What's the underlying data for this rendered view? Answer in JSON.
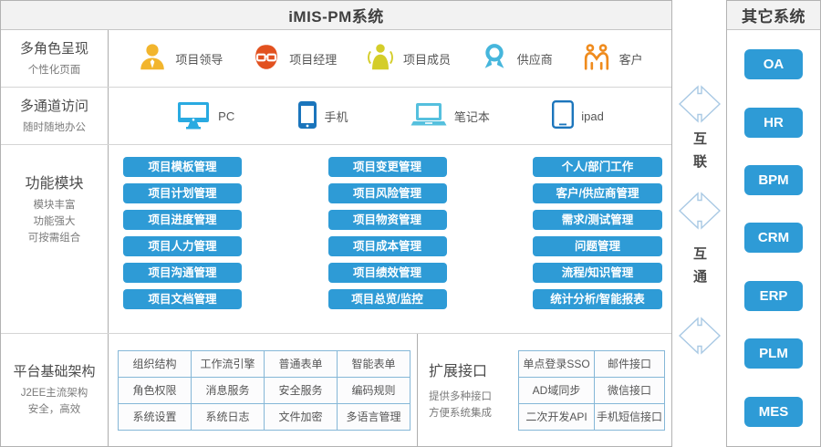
{
  "header": {
    "title": "iMIS-PM系统"
  },
  "rows": {
    "roles": {
      "title": "多角色呈现",
      "subtitle": "个性化页面",
      "items": [
        {
          "icon": "leader-icon",
          "label": "项目领导"
        },
        {
          "icon": "manager-icon",
          "label": "项目经理"
        },
        {
          "icon": "member-icon",
          "label": "项目成员"
        },
        {
          "icon": "supplier-icon",
          "label": "供应商"
        },
        {
          "icon": "customer-icon",
          "label": "客户"
        }
      ]
    },
    "channels": {
      "title": "多通道访问",
      "subtitle": "随时随地办公",
      "items": [
        {
          "icon": "pc-icon",
          "label": "PC"
        },
        {
          "icon": "phone-icon",
          "label": "手机"
        },
        {
          "icon": "laptop-icon",
          "label": "笔记本"
        },
        {
          "icon": "ipad-icon",
          "label": "ipad"
        }
      ]
    },
    "modules": {
      "title": "功能模块",
      "subtitle_lines": [
        "模块丰富",
        "功能强大",
        "可按需组合"
      ],
      "columns": [
        [
          "项目模板管理",
          "项目计划管理",
          "项目进度管理",
          "项目人力管理",
          "项目沟通管理",
          "项目文档管理"
        ],
        [
          "项目变更管理",
          "项目风险管理",
          "项目物资管理",
          "项目成本管理",
          "项目绩效管理",
          "项目总览/监控"
        ],
        [
          "个人/部门工作",
          "客户/供应商管理",
          "需求/测试管理",
          "问题管理",
          "流程/知识管理",
          "统计分析/智能报表"
        ]
      ]
    },
    "platform": {
      "title": "平台基础架构",
      "subtitle_lines": [
        "J2EE主流架构",
        "安全，高效"
      ],
      "cells": [
        "组织结构",
        "工作流引擎",
        "普通表单",
        "智能表单",
        "角色权限",
        "消息服务",
        "安全服务",
        "编码规则",
        "系统设置",
        "系统日志",
        "文件加密",
        "多语言管理"
      ]
    },
    "extension": {
      "title": "扩展接口",
      "subtitle_lines": [
        "提供多种接口",
        "方便系统集成"
      ],
      "cells": [
        "单点登录SSO",
        "邮件接口",
        "AD域同步",
        "微信接口",
        "二次开发API",
        "手机短信接口"
      ]
    }
  },
  "connector": {
    "labels": [
      "互联",
      "互通"
    ]
  },
  "right_panel": {
    "title": "其它系统",
    "systems": [
      "OA",
      "HR",
      "BPM",
      "CRM",
      "ERP",
      "PLM",
      "MES"
    ]
  },
  "colors": {
    "accent_blue": "#2e9bd6",
    "grid_border": "#85b7d7",
    "arrow_stroke": "#a9c9e4",
    "leader_yellow": "#f2b52d",
    "manager_orange": "#e2511f",
    "member_green": "#d4cd29",
    "supplier_blue": "#46b6dc",
    "customer_orange": "#ef8b1d",
    "pc_blue": "#29aae1",
    "phone_blue": "#1b75bc",
    "laptop_blue": "#55c0de"
  }
}
